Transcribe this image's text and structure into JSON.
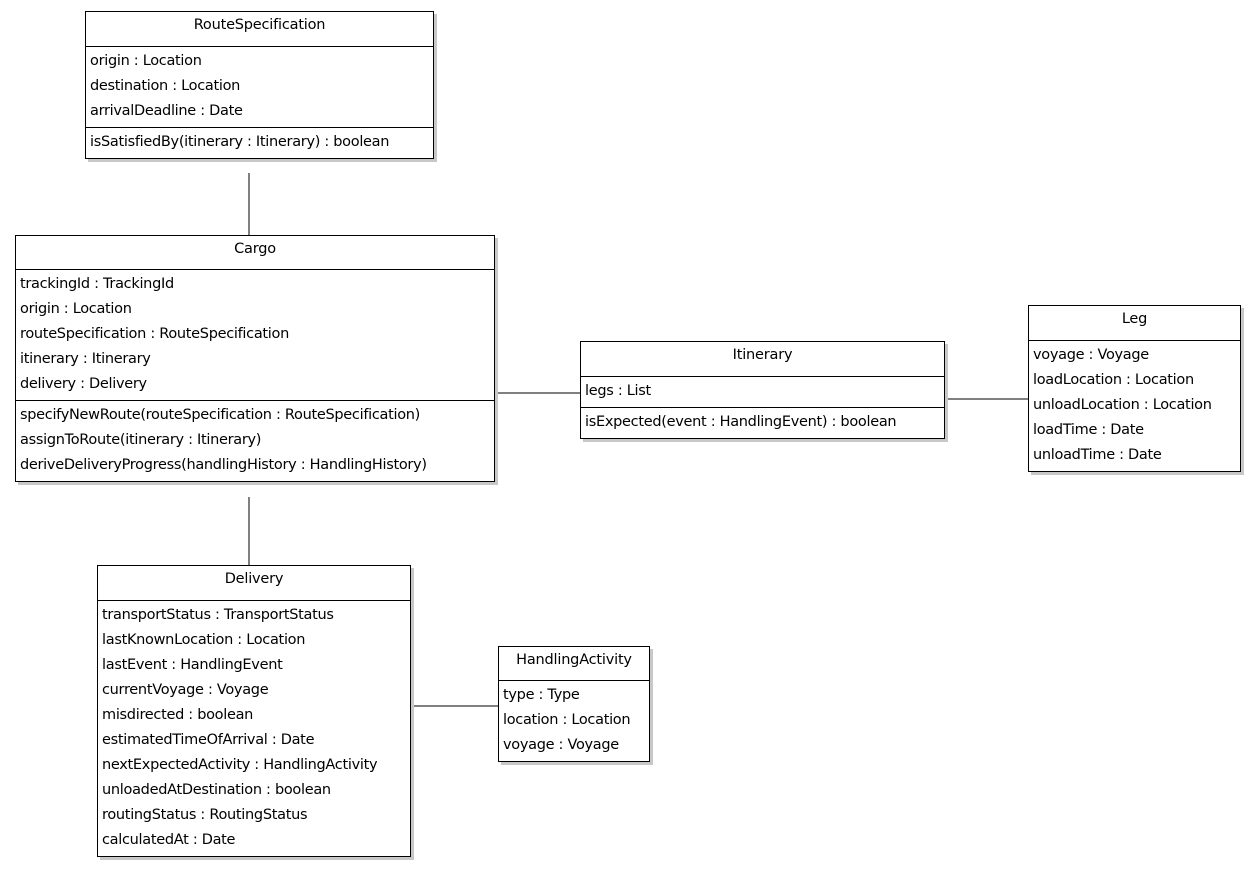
{
  "classes": {
    "route_specification": {
      "name": "RouteSpecification",
      "attributes": [
        "origin : Location",
        "destination : Location",
        "arrivalDeadline : Date"
      ],
      "operations": [
        "isSatisfiedBy(itinerary : Itinerary) : boolean"
      ]
    },
    "cargo": {
      "name": "Cargo",
      "attributes": [
        "trackingId : TrackingId",
        "origin : Location",
        "routeSpecification : RouteSpecification",
        "itinerary : Itinerary",
        "delivery : Delivery"
      ],
      "operations": [
        "specifyNewRoute(routeSpecification : RouteSpecification)",
        "assignToRoute(itinerary : Itinerary)",
        "deriveDeliveryProgress(handlingHistory : HandlingHistory)"
      ]
    },
    "itinerary": {
      "name": "Itinerary",
      "attributes": [
        "legs : List"
      ],
      "operations": [
        "isExpected(event : HandlingEvent) : boolean"
      ]
    },
    "leg": {
      "name": "Leg",
      "attributes": [
        "voyage : Voyage",
        "loadLocation : Location",
        "unloadLocation : Location",
        "loadTime : Date",
        "unloadTime : Date"
      ]
    },
    "delivery": {
      "name": "Delivery",
      "attributes": [
        "transportStatus : TransportStatus",
        "lastKnownLocation : Location",
        "lastEvent : HandlingEvent",
        "currentVoyage : Voyage",
        "misdirected : boolean",
        "estimatedTimeOfArrival : Date",
        "nextExpectedActivity : HandlingActivity",
        "unloadedAtDestination : boolean",
        "routingStatus : RoutingStatus",
        "calculatedAt : Date"
      ]
    },
    "handling_activity": {
      "name": "HandlingActivity",
      "attributes": [
        "type : Type",
        "location : Location",
        "voyage : Voyage"
      ]
    }
  },
  "associations": [
    {
      "from": "RouteSpecification",
      "to": "Cargo"
    },
    {
      "from": "Cargo",
      "to": "Itinerary"
    },
    {
      "from": "Itinerary",
      "to": "Leg"
    },
    {
      "from": "Cargo",
      "to": "Delivery"
    },
    {
      "from": "Delivery",
      "to": "HandlingActivity"
    }
  ],
  "colors": {
    "line": "#000000",
    "box_fill": "#ffffff",
    "shadow": "#c8c8c8"
  }
}
